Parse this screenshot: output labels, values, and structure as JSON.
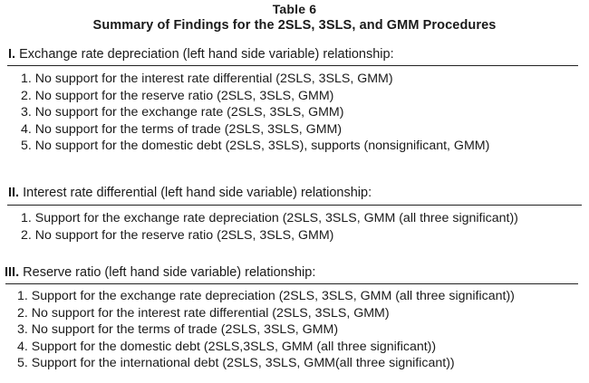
{
  "table": {
    "label": "Table 6",
    "title": "Summary of Findings for the 2SLS, 3SLS, and GMM Procedures"
  },
  "sections": [
    {
      "roman": "I.",
      "heading": "Exchange rate depreciation (left hand side variable) relationship:",
      "items": [
        {
          "num": "1.",
          "text": "No support for the interest rate differential (2SLS, 3SLS, GMM)"
        },
        {
          "num": "2.",
          "text": "No support for the reserve ratio (2SLS, 3SLS, GMM)"
        },
        {
          "num": "3.",
          "text": "No support for the exchange rate (2SLS, 3SLS, GMM)"
        },
        {
          "num": "4.",
          "text": "No support for the terms of trade (2SLS, 3SLS, GMM)"
        },
        {
          "num": "5.",
          "text": "No support for the domestic debt (2SLS, 3SLS), supports (nonsignificant, GMM)"
        }
      ]
    },
    {
      "roman": "II.",
      "heading": "Interest rate differential (left hand side variable) relationship:",
      "items": [
        {
          "num": "1.",
          "text": "Support for the exchange rate depreciation (2SLS, 3SLS, GMM (all three significant))"
        },
        {
          "num": "2.",
          "text": "No support for the reserve ratio (2SLS, 3SLS, GMM)"
        }
      ]
    },
    {
      "roman": "III.",
      "heading": "Reserve ratio (left hand side variable) relationship:",
      "items": [
        {
          "num": "1.",
          "text": "Support for the exchange rate depreciation (2SLS, 3SLS, GMM (all three significant))"
        },
        {
          "num": "2.",
          "text": "No support for the interest rate differential (2SLS, 3SLS, GMM)"
        },
        {
          "num": "3.",
          "text": "No support for the terms of trade (2SLS, 3SLS, GMM)"
        },
        {
          "num": "4.",
          "text": "Support for the domestic debt (2SLS,3SLS, GMM (all three significant))"
        },
        {
          "num": "5.",
          "text": "Support for the international debt (2SLS, 3SLS, GMM(all three significant))"
        }
      ]
    }
  ]
}
